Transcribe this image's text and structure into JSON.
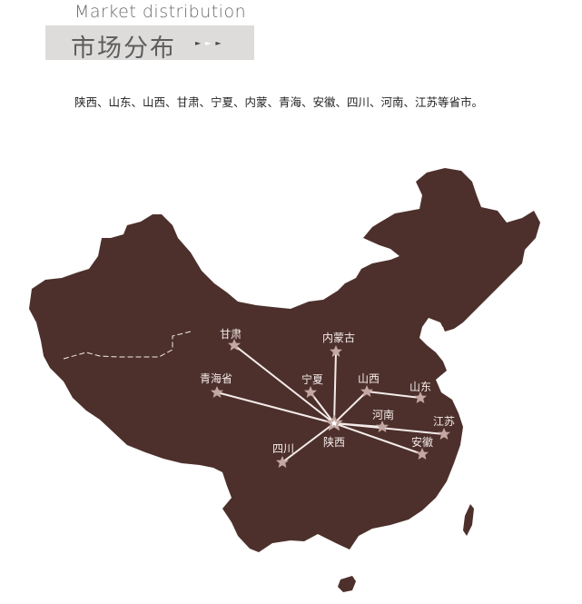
{
  "header": {
    "title_en": "Market distribution",
    "title_zh": "市场分布",
    "arrows_icon": "triple-arrow-right"
  },
  "description": "陕西、山东、山西、甘肃、宁夏、内蒙、青海、安徽、四川、河南、江苏等省市。",
  "colors": {
    "map_fill": "#4d302c",
    "star_fill": "#c4a7a2",
    "line_color": "#f4ecea",
    "title_box_bg": "#dedcdb"
  },
  "map": {
    "hub": {
      "label": "陕西"
    },
    "markers": [
      {
        "label": "甘肃"
      },
      {
        "label": "内蒙古"
      },
      {
        "label": "青海省"
      },
      {
        "label": "宁夏"
      },
      {
        "label": "山西"
      },
      {
        "label": "山东"
      },
      {
        "label": "河南"
      },
      {
        "label": "江苏"
      },
      {
        "label": "安徽"
      },
      {
        "label": "四川"
      }
    ]
  }
}
